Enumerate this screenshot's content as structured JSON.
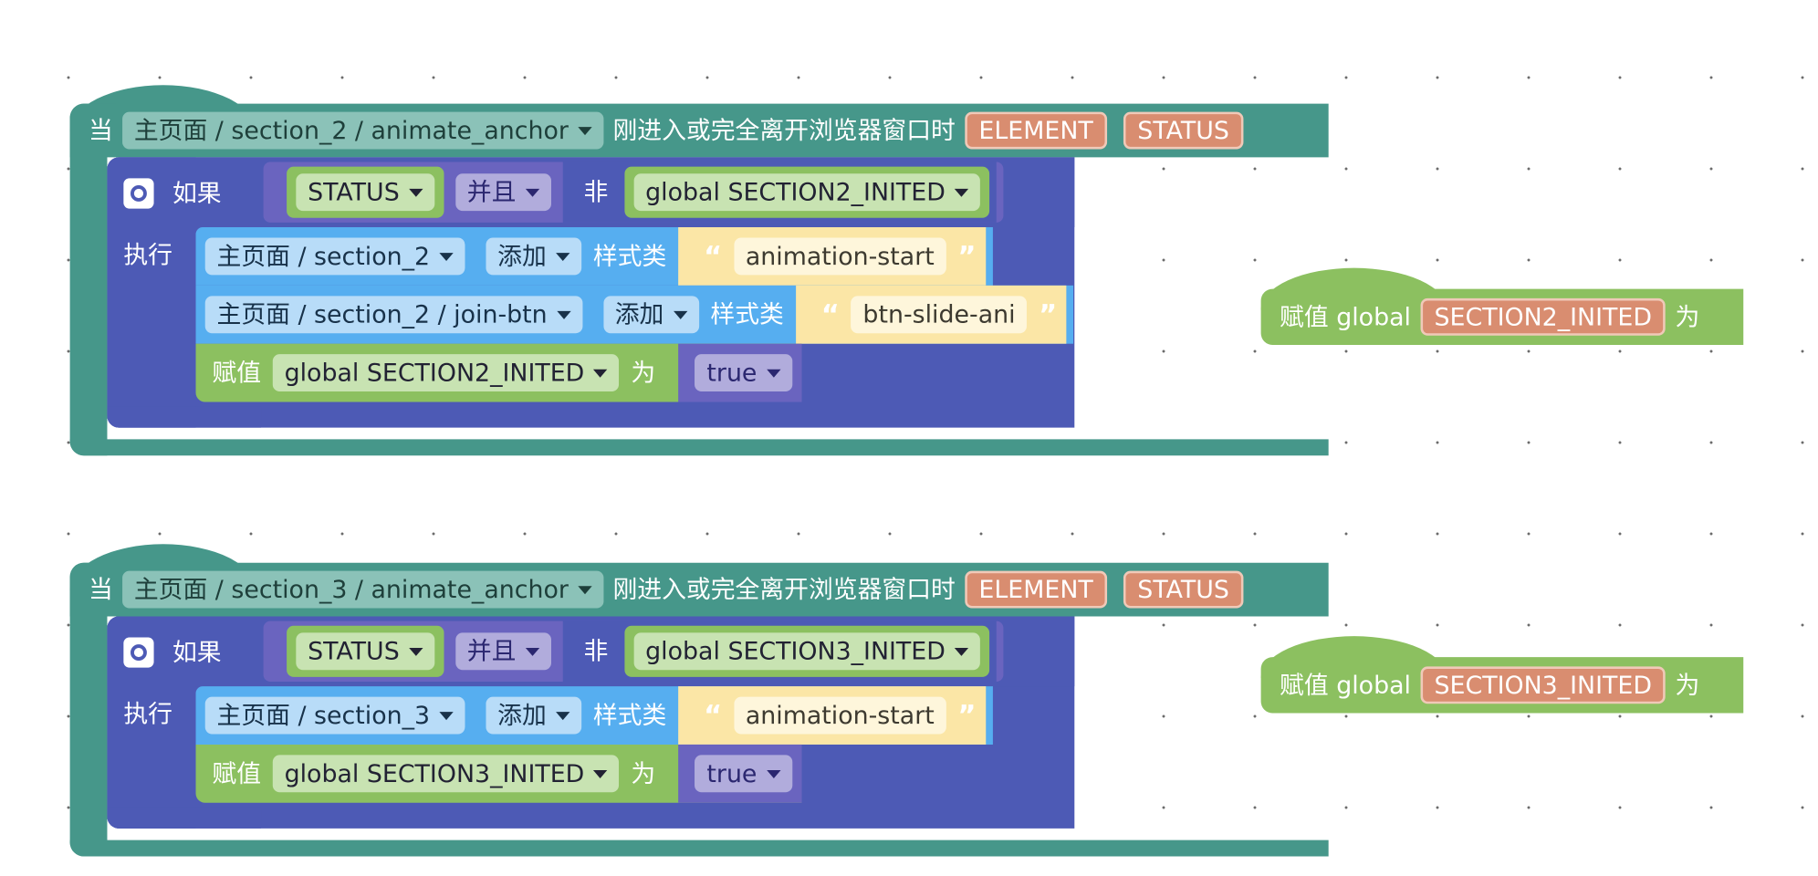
{
  "events": [
    {
      "when_label": "当",
      "component": "主页面 / section_2 / animate_anchor",
      "event_label": "刚进入或完全离开浏览器窗口时",
      "params": [
        "ELEMENT",
        "STATUS"
      ],
      "if_label": "如果",
      "do_label": "执行",
      "condition": {
        "left": "STATUS",
        "op": "并且",
        "not_label": "非",
        "var": "global SECTION2_INITED"
      },
      "actions": [
        {
          "target": "主页面 / section_2",
          "method": "添加",
          "prop": "样式类",
          "value": "animation-start"
        },
        {
          "target": "主页面 / section_2 / join-btn",
          "method": "添加",
          "prop": "样式类",
          "value": "btn-slide-ani"
        }
      ],
      "assign": {
        "label": "赋值",
        "var": "global SECTION2_INITED",
        "to": "为",
        "value": "true"
      }
    },
    {
      "when_label": "当",
      "component": "主页面 / section_3 / animate_anchor",
      "event_label": "刚进入或完全离开浏览器窗口时",
      "params": [
        "ELEMENT",
        "STATUS"
      ],
      "if_label": "如果",
      "do_label": "执行",
      "condition": {
        "left": "STATUS",
        "op": "并且",
        "not_label": "非",
        "var": "global SECTION3_INITED"
      },
      "actions": [
        {
          "target": "主页面 / section_3",
          "method": "添加",
          "prop": "样式类",
          "value": "animation-start"
        }
      ],
      "assign": {
        "label": "赋值",
        "var": "global SECTION3_INITED",
        "to": "为",
        "value": "true"
      }
    }
  ],
  "floating_blocks": [
    {
      "label": "赋值 global",
      "var": "SECTION2_INITED",
      "to": "为"
    },
    {
      "label": "赋值 global",
      "var": "SECTION3_INITED",
      "to": "为"
    }
  ],
  "colors": {
    "event": "#46978a",
    "control": "#4d5ab5",
    "logic": "#6a64bf",
    "variable": "#8cc060",
    "component": "#56aef0",
    "text": "#fbe6a6",
    "param": "#d98d70"
  }
}
